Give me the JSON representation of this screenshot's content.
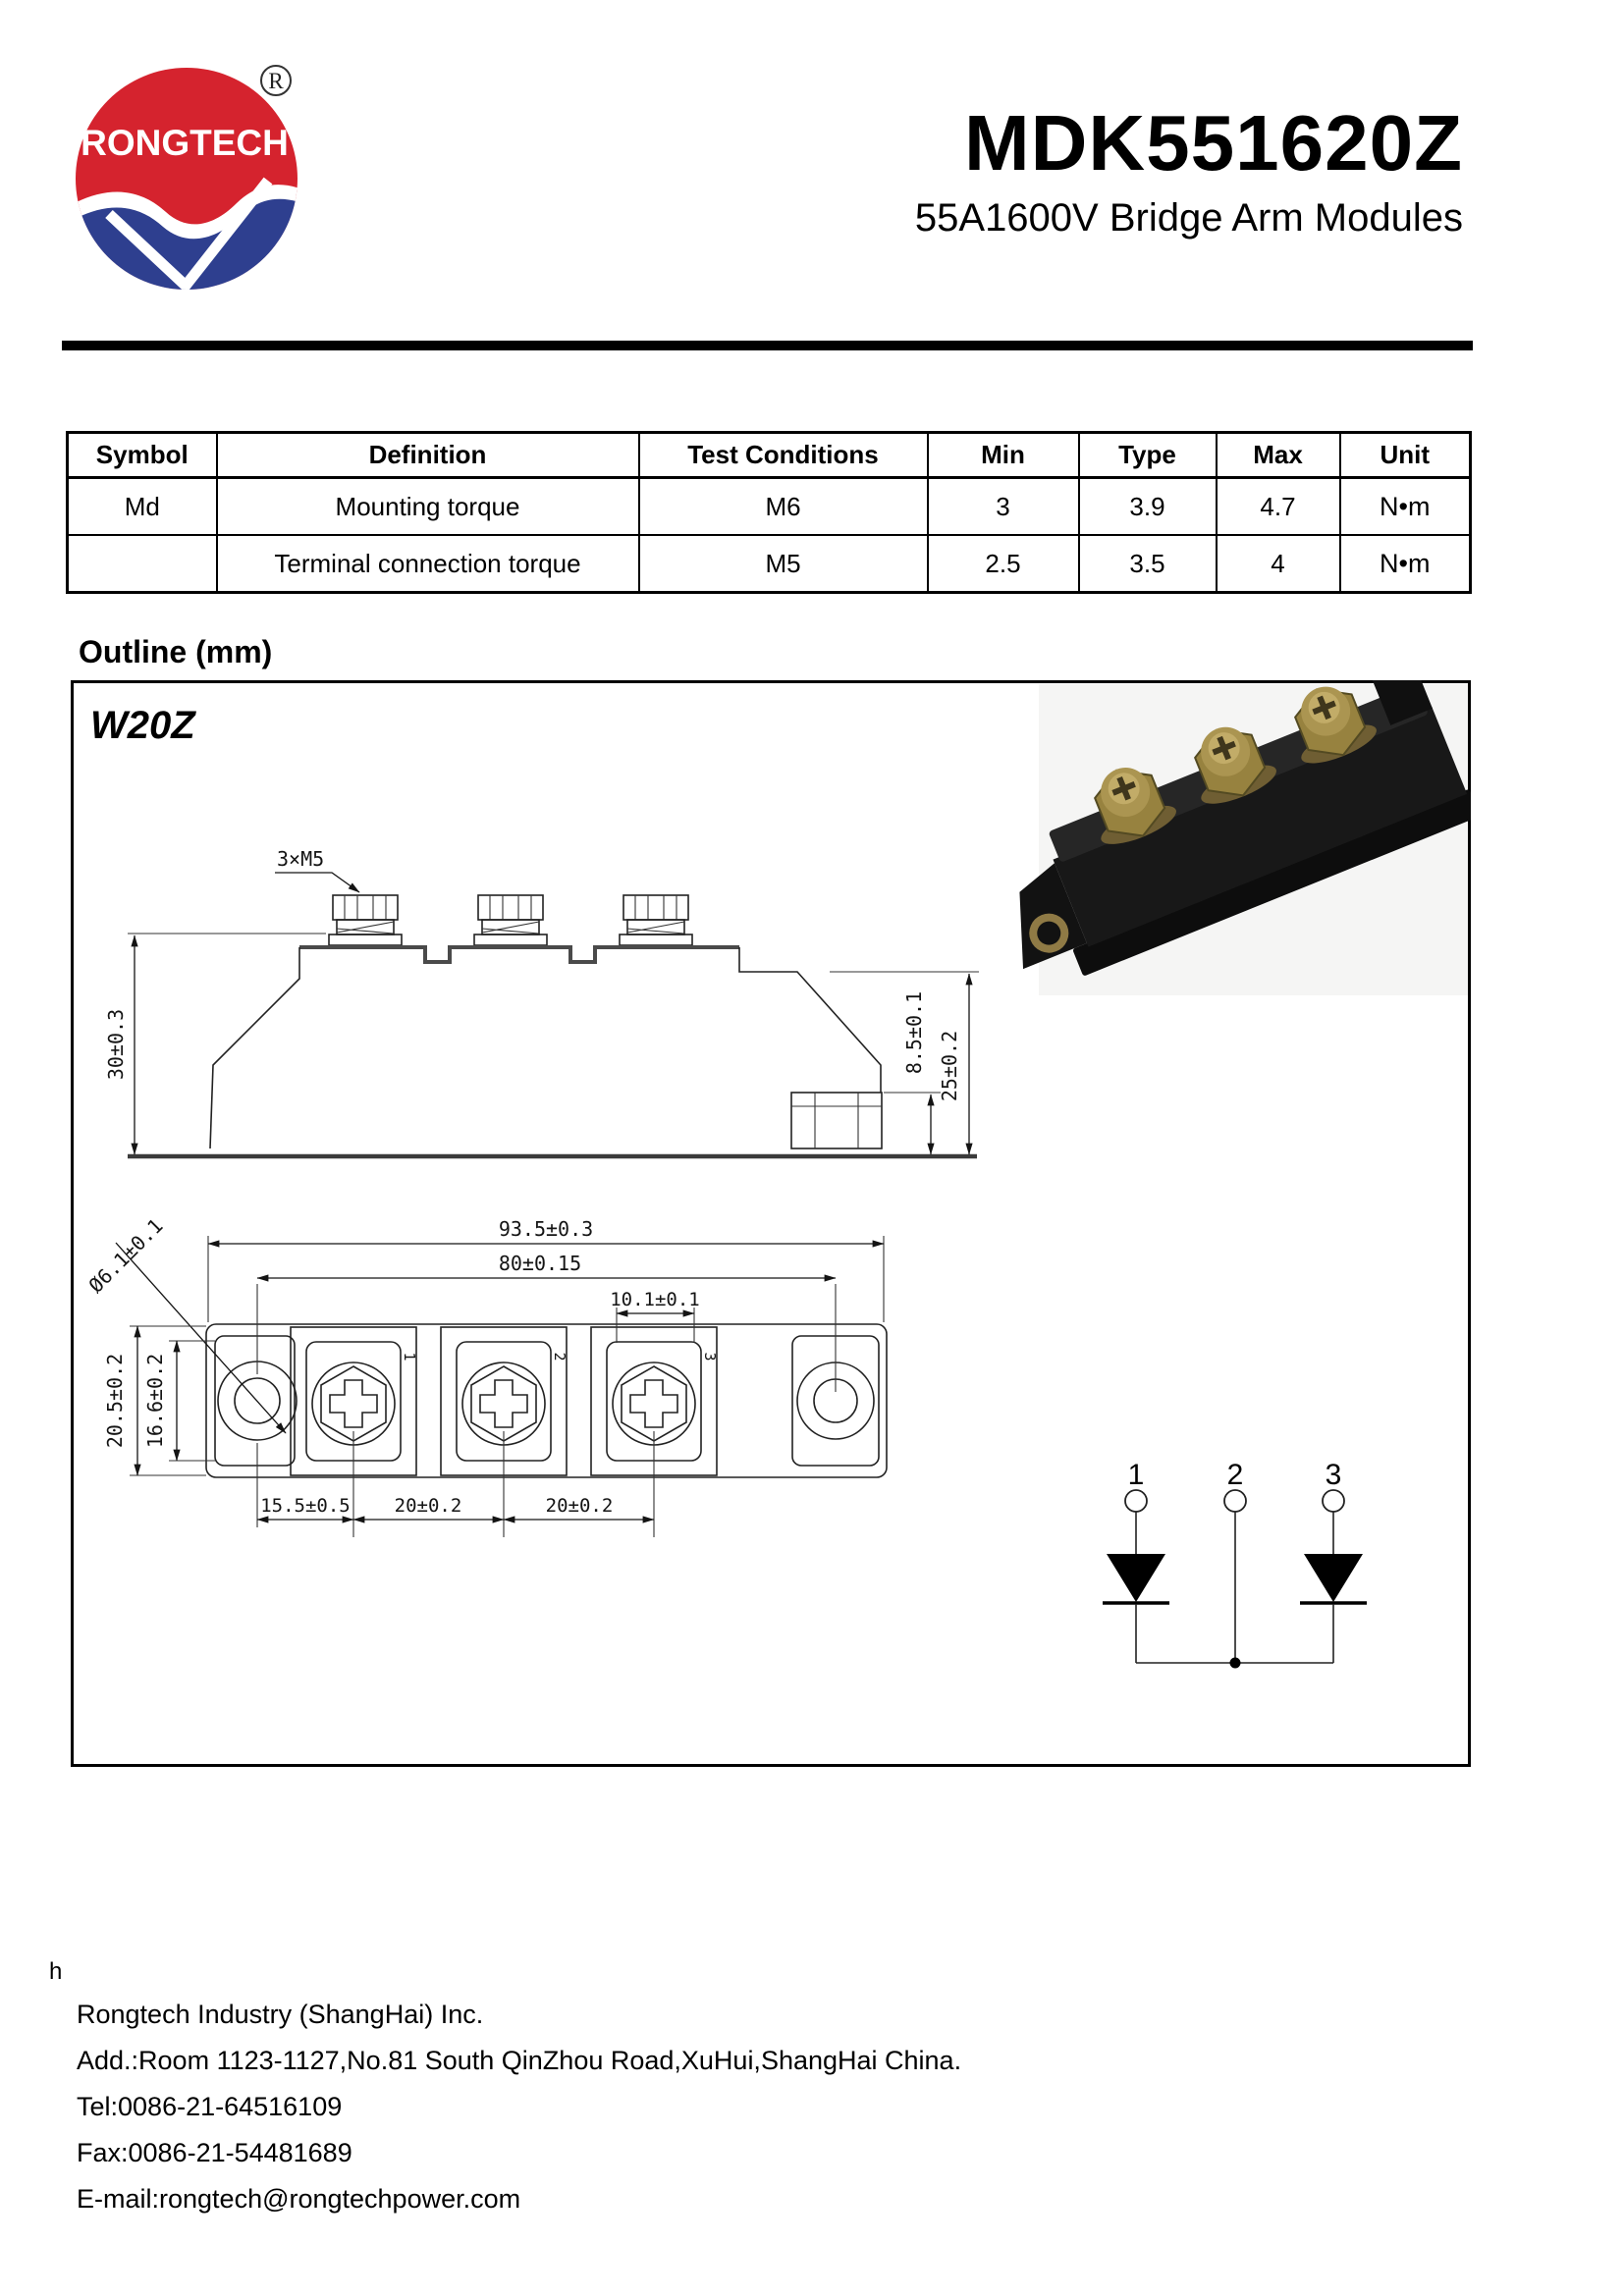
{
  "header": {
    "logo_text": "RONGTECH",
    "registered_mark": "R",
    "title": "MDK551620Z",
    "subtitle": "55A1600V Bridge Arm Modules"
  },
  "colors": {
    "logo_red": "#d5232e",
    "logo_blue": "#2e3f8f",
    "line_black": "#000000",
    "photo_bg": "#f5f5f4",
    "brass": "#a8914f"
  },
  "table": {
    "headers": [
      "Symbol",
      "Definition",
      "Test Conditions",
      "Min",
      "Type",
      "Max",
      "Unit"
    ],
    "rows": [
      [
        "Md",
        "Mounting torque",
        "M6",
        "3",
        "3.9",
        "4.7",
        "N•m"
      ],
      [
        "",
        "Terminal connection torque",
        "M5",
        "2.5",
        "3.5",
        "4",
        "N•m"
      ]
    ]
  },
  "outline": {
    "heading": "Outline (mm)",
    "variant": "W20Z",
    "side_view": {
      "screw_label": "3×M5",
      "overall_height": "30±0.3",
      "lug_height": "8.5±0.1",
      "right_height": "25±0.2"
    },
    "top_view": {
      "overall_width": "93.5±0.3",
      "hole_spacing": "80±0.15",
      "slot_width": "10.1±0.1",
      "hole_dia": "Ø6.1±0.1",
      "body_height": "20.5±0.2",
      "inner_height": "16.6±0.2",
      "first_pitch": "15.5±0.5",
      "pitch2": "20±0.2",
      "pitch3": "20±0.2",
      "terminals": [
        "1",
        "2",
        "3"
      ]
    },
    "circuit": {
      "terminals": [
        "1",
        "2",
        "3"
      ]
    }
  },
  "footer": {
    "stray_char": "h",
    "company": "Rongtech Industry (ShangHai) Inc.",
    "address": "Add.:Room 1123-1127,No.81 South QinZhou Road,XuHui,ShangHai China.",
    "tel": "Tel:0086-21-64516109",
    "fax": "Fax:0086-21-54481689",
    "email": "E-mail:rongtech@rongtechpower.com"
  }
}
